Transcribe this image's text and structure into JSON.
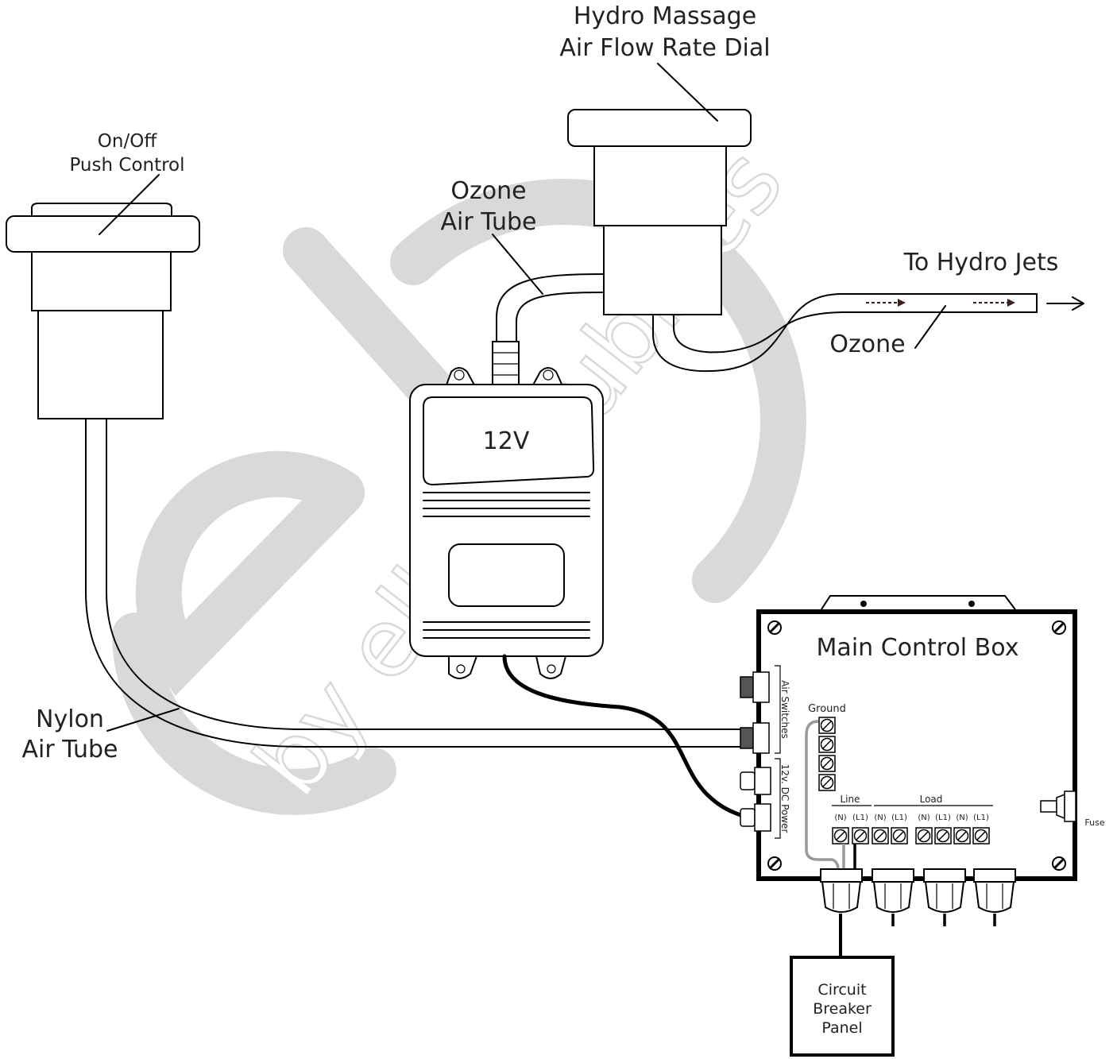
{
  "labels": {
    "onoff_line1": "On/Off",
    "onoff_line2": "Push Control",
    "hydro_line1": "Hydro Massage",
    "hydro_line2": "Air Flow Rate Dial",
    "ozone_tube_line1": "Ozone",
    "ozone_tube_line2": "Air Tube",
    "to_jets": "To Hydro Jets",
    "ozone": "Ozone",
    "voltage": "12V",
    "nylon_line1": "Nylon",
    "nylon_line2": "Air Tube",
    "main_box": "Main Control Box",
    "air_switches": "Air Switches",
    "dc_power": "12v. DC Power",
    "ground": "Ground",
    "line": "Line",
    "load": "Load",
    "fuse": "Fuse",
    "breaker_line1": "Circuit",
    "breaker_line2": "Breaker",
    "breaker_line3": "Panel"
  },
  "terminals": [
    "(N)",
    "(L1)",
    "(N)",
    "(L1)",
    "(N)",
    "(L1)",
    "(N)",
    "(L1)"
  ],
  "watermark": {
    "logo_text": "ella",
    "tagline": "by ella's bubbles"
  },
  "colors": {
    "line": "#000000",
    "watermark": "#d9d9d9",
    "ground_wire": "#9a9a9a"
  }
}
